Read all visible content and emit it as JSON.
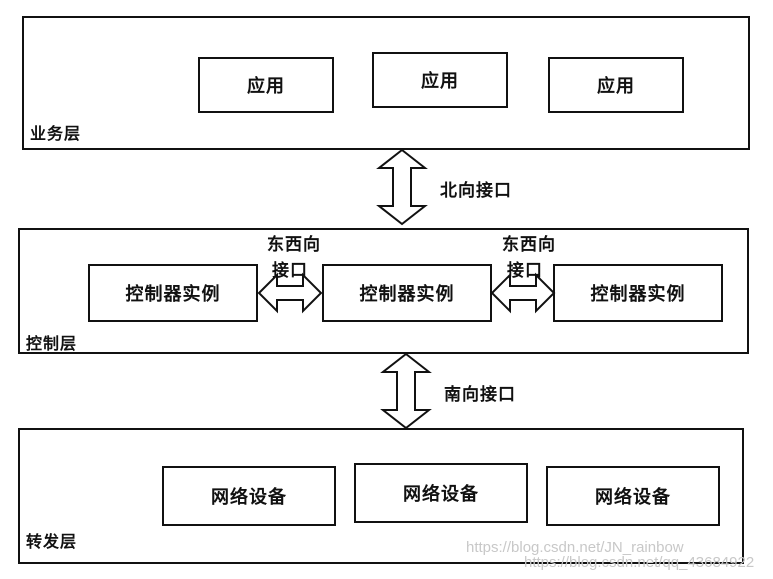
{
  "business_layer": {
    "label": "业务层",
    "apps": [
      "应用",
      "应用",
      "应用"
    ]
  },
  "northbound": {
    "label": "北向接口"
  },
  "control_layer": {
    "label": "控制层",
    "controllers": [
      "控制器实例",
      "控制器实例",
      "控制器实例"
    ],
    "eastwest_labels": [
      {
        "line1": "东西向",
        "line2": "接口"
      },
      {
        "line1": "东西向",
        "line2": "接口"
      }
    ]
  },
  "southbound": {
    "label": "南向接口"
  },
  "forwarding_layer": {
    "label": "转发层",
    "devices": [
      "网络设备",
      "网络设备",
      "网络设备"
    ]
  },
  "watermark": {
    "line1": "https://blog.csdn.net/JN_rainbow",
    "line2": "https://blog.csdn.net/qq_43684922"
  }
}
